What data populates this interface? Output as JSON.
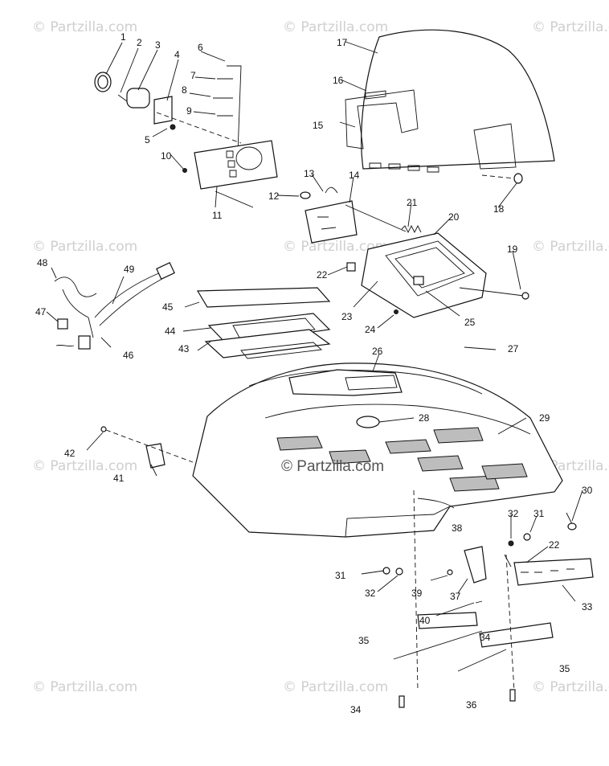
{
  "watermark": {
    "text": "© Partzilla.com",
    "center_text": "© Partzilla.com"
  },
  "labels": [
    "1",
    "2",
    "3",
    "4",
    "5",
    "6",
    "7",
    "8",
    "9",
    "10",
    "11",
    "12",
    "13",
    "14",
    "15",
    "16",
    "17",
    "18",
    "19",
    "20",
    "21",
    "22",
    "23",
    "24",
    "25",
    "26",
    "27",
    "28",
    "29",
    "30",
    "31",
    "32",
    "33",
    "34",
    "35",
    "36",
    "37",
    "38",
    "39",
    "40",
    "41",
    "42",
    "43",
    "44",
    "45",
    "46",
    "47",
    "48",
    "49"
  ],
  "extra_labels": [
    "22",
    "31",
    "32",
    "34",
    "35"
  ]
}
